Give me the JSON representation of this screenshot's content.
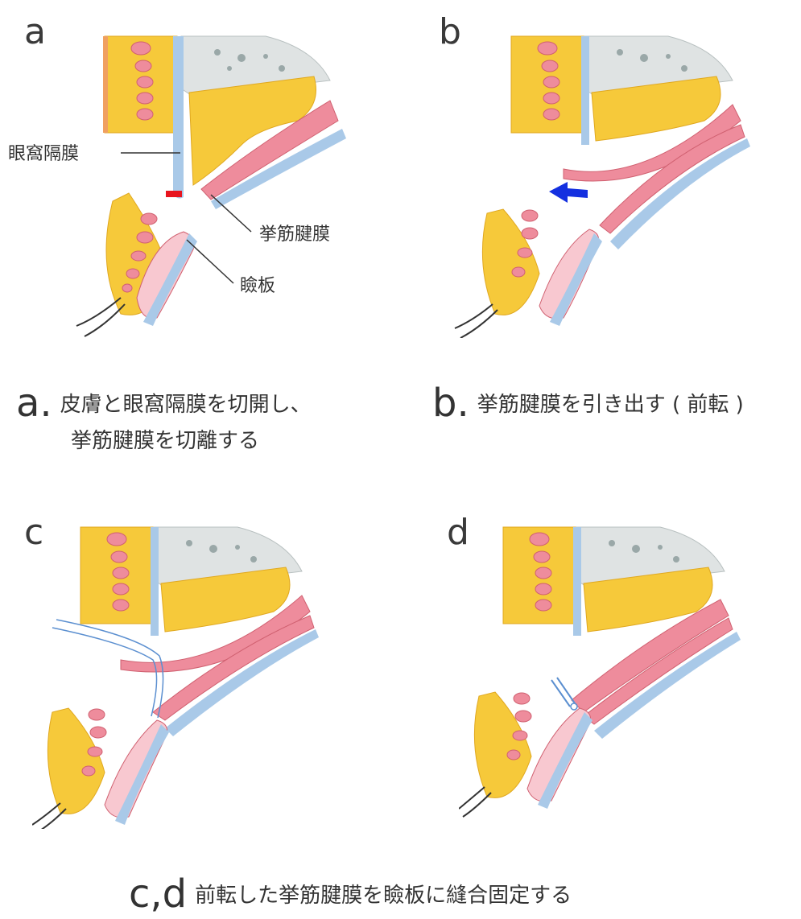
{
  "panels": {
    "a": {
      "letter": "a",
      "labels": {
        "septum": "眼窩隔膜",
        "aponeurosis": "挙筋腱膜",
        "tarsus": "瞼板"
      }
    },
    "b": {
      "letter": "b"
    },
    "c": {
      "letter": "c"
    },
    "d": {
      "letter": "d"
    }
  },
  "captions": {
    "a": {
      "letter": "a.",
      "line1": "皮膚と眼窩隔膜を切開し、",
      "line2": "挙筋腱膜を切離する"
    },
    "b": {
      "letter": "b.",
      "text": "挙筋腱膜を引き出す ( 前転 )"
    },
    "cd": {
      "letter": "c,d",
      "text": "前転した挙筋腱膜を瞼板に縫合固定する"
    }
  },
  "colors": {
    "fat": "#f6c93a",
    "muscle": "#ee8c9c",
    "bone": "#dfe3e3",
    "septum": "#a9c9e8",
    "skin": "#f0a060",
    "incision": "#e8141e",
    "arrow": "#1430e0"
  }
}
